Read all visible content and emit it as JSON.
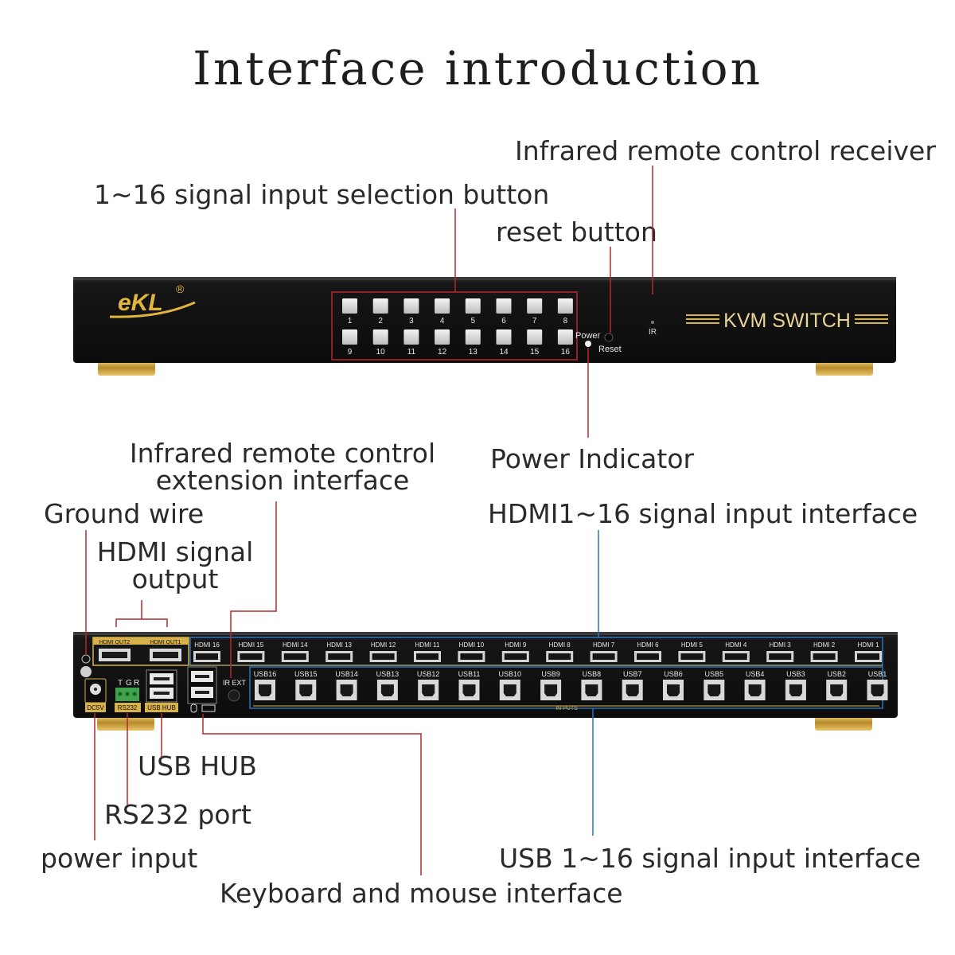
{
  "title": "Interface introduction",
  "labels": {
    "ir_receiver": "Infrared remote control receiver",
    "input_buttons": "1~16 signal input selection button",
    "reset_button": "reset button",
    "power_indicator": "Power Indicator",
    "ir_ext_line1": "Infrared remote control",
    "ir_ext_line2": "extension interface",
    "ground_wire": "Ground wire",
    "hdmi_out_line1": "HDMI signal",
    "hdmi_out_line2": "output",
    "hdmi_inputs": "HDMI1~16 signal input interface",
    "usb_hub": "USB HUB",
    "rs232": "RS232 port",
    "power_input": "power input",
    "usb_inputs": "USB 1~16 signal input interface",
    "keyboard_mouse": "Keyboard and mouse interface"
  },
  "front_panel": {
    "brand": "eKL",
    "registered": "®",
    "product": "KVM SWITCH",
    "button_numbers": [
      "1",
      "2",
      "3",
      "4",
      "5",
      "6",
      "7",
      "8",
      "9",
      "10",
      "11",
      "12",
      "13",
      "14",
      "15",
      "16"
    ],
    "power_text": "Power",
    "reset_text": "Reset",
    "ir_text": "IR"
  },
  "rear_panel": {
    "hdmi_out": [
      "HDMI OUT2",
      "HDMI OUT1"
    ],
    "hdmi_in": [
      "HDMI 16",
      "HDMI 15",
      "HDMI 14",
      "HDMI 13",
      "HDMI 12",
      "HDMI 11",
      "HDMI 10",
      "HDMI 9",
      "HDMI 8",
      "HDMI 7",
      "HDMI 6",
      "HDMI 5",
      "HDMI 4",
      "HDMI 3",
      "HDMI 2",
      "HDMI 1"
    ],
    "usb_in": [
      "USB16",
      "USB15",
      "USB14",
      "USB13",
      "USB12",
      "USB11",
      "USB10",
      "USB9",
      "USB8",
      "USB7",
      "USB6",
      "USB5",
      "USB4",
      "USB3",
      "USB2",
      "USB1"
    ],
    "tgr": [
      "T",
      "G",
      "R"
    ],
    "rs232_text": "RS232",
    "usbhub_text": "USB HUB",
    "dc_text": "DC5V",
    "irext_text": "IR EXT",
    "inputs_text": "IN PUTS"
  },
  "colors": {
    "leader_red": "#b5282e",
    "leader_blue": "#2a74b8",
    "gold": "#d7b14a",
    "body": "#141414"
  }
}
